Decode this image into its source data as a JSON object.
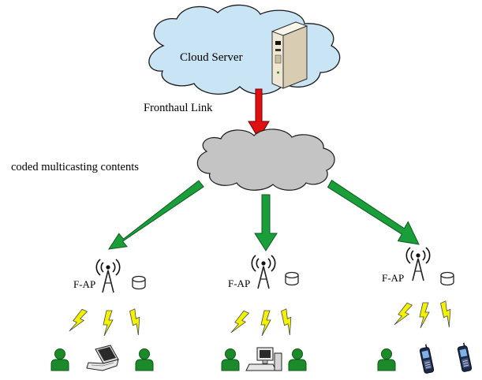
{
  "labels": {
    "cloud_server": "Cloud Server",
    "fronthaul_link": "Fronthaul Link",
    "coded_multicasting": "coded multicasting contents"
  },
  "access_points": [
    {
      "label": "F-AP",
      "users": [
        "user-icon",
        "laptop-icon",
        "user-icon"
      ]
    },
    {
      "label": "F-AP",
      "users": [
        "user-icon",
        "desktop-computer-icon",
        "user-icon"
      ]
    },
    {
      "label": "F-AP",
      "users": [
        "user-icon",
        "mobile-phone-icon",
        "mobile-phone-icon"
      ]
    }
  ],
  "colors": {
    "cloud_fill": "#c9e4f4",
    "cloud_stroke": "#1a1a1a",
    "network_cloud_fill": "#c4c4c4",
    "fronthaul_arrow": "#e01010",
    "multicast_arrow": "#1a9e3a",
    "user": "#1a8a2a",
    "lightning_fill": "#f2f200",
    "lightning_stroke": "#4a4a4a"
  }
}
